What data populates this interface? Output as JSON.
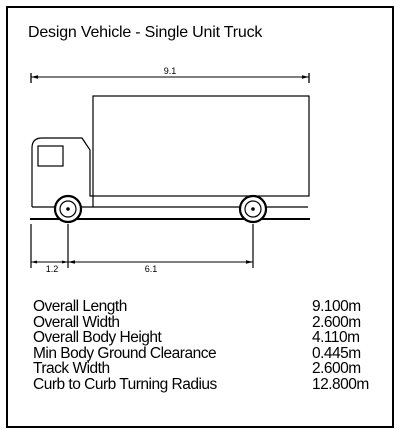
{
  "title": "Design Vehicle - Single Unit Truck",
  "dimensions": {
    "overall_length_label": "9.1",
    "front_overhang_label": "1.2",
    "wheelbase_label": "6.1"
  },
  "specs": [
    {
      "label": "Overall Length",
      "value": "9.100m"
    },
    {
      "label": "Overall Width",
      "value": "2.600m"
    },
    {
      "label": "Overall Body Height",
      "value": "4.110m"
    },
    {
      "label": "Min Body Ground Clearance",
      "value": "0.445m"
    },
    {
      "label": "Track Width",
      "value": "2.600m"
    },
    {
      "label": "Curb to Curb Turning Radius",
      "value": "12.800m"
    }
  ]
}
